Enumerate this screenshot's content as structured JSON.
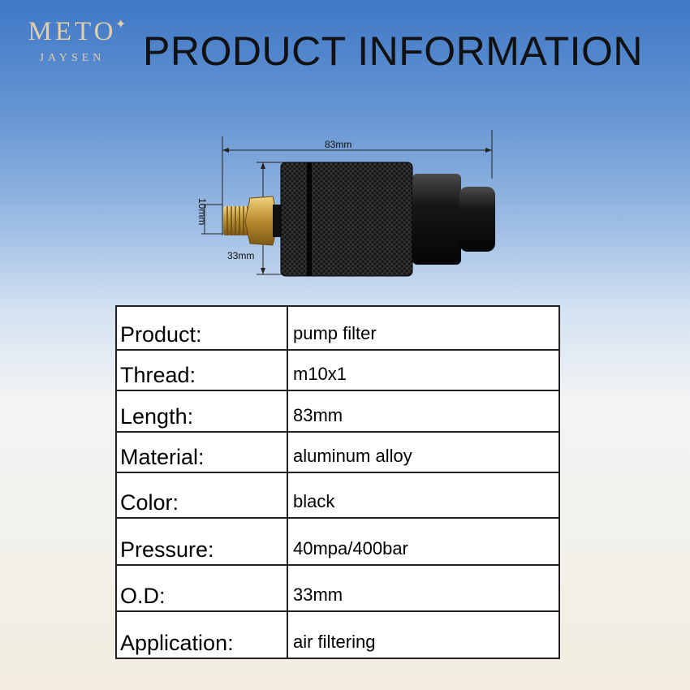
{
  "brand": {
    "name": "METO",
    "sub": "JAYSEN"
  },
  "header": {
    "title": "PRODUCT INFORMATION"
  },
  "figure": {
    "dim_length": "83mm",
    "dim_thread": "10mm",
    "dim_diameter": "33mm"
  },
  "specs": [
    {
      "label": "Product:",
      "value": "pump filter"
    },
    {
      "label": "Thread:",
      "value": "m10x1"
    },
    {
      "label": "Length:",
      "value": "83mm"
    },
    {
      "label": "Material:",
      "value": "aluminum alloy"
    },
    {
      "label": "Color:",
      "value": "black"
    },
    {
      "label": "Pressure:",
      "value": "40mpa/400bar"
    },
    {
      "label": "O.D:",
      "value": "33mm"
    },
    {
      "label": "Application:",
      "value": "air filtering"
    }
  ]
}
